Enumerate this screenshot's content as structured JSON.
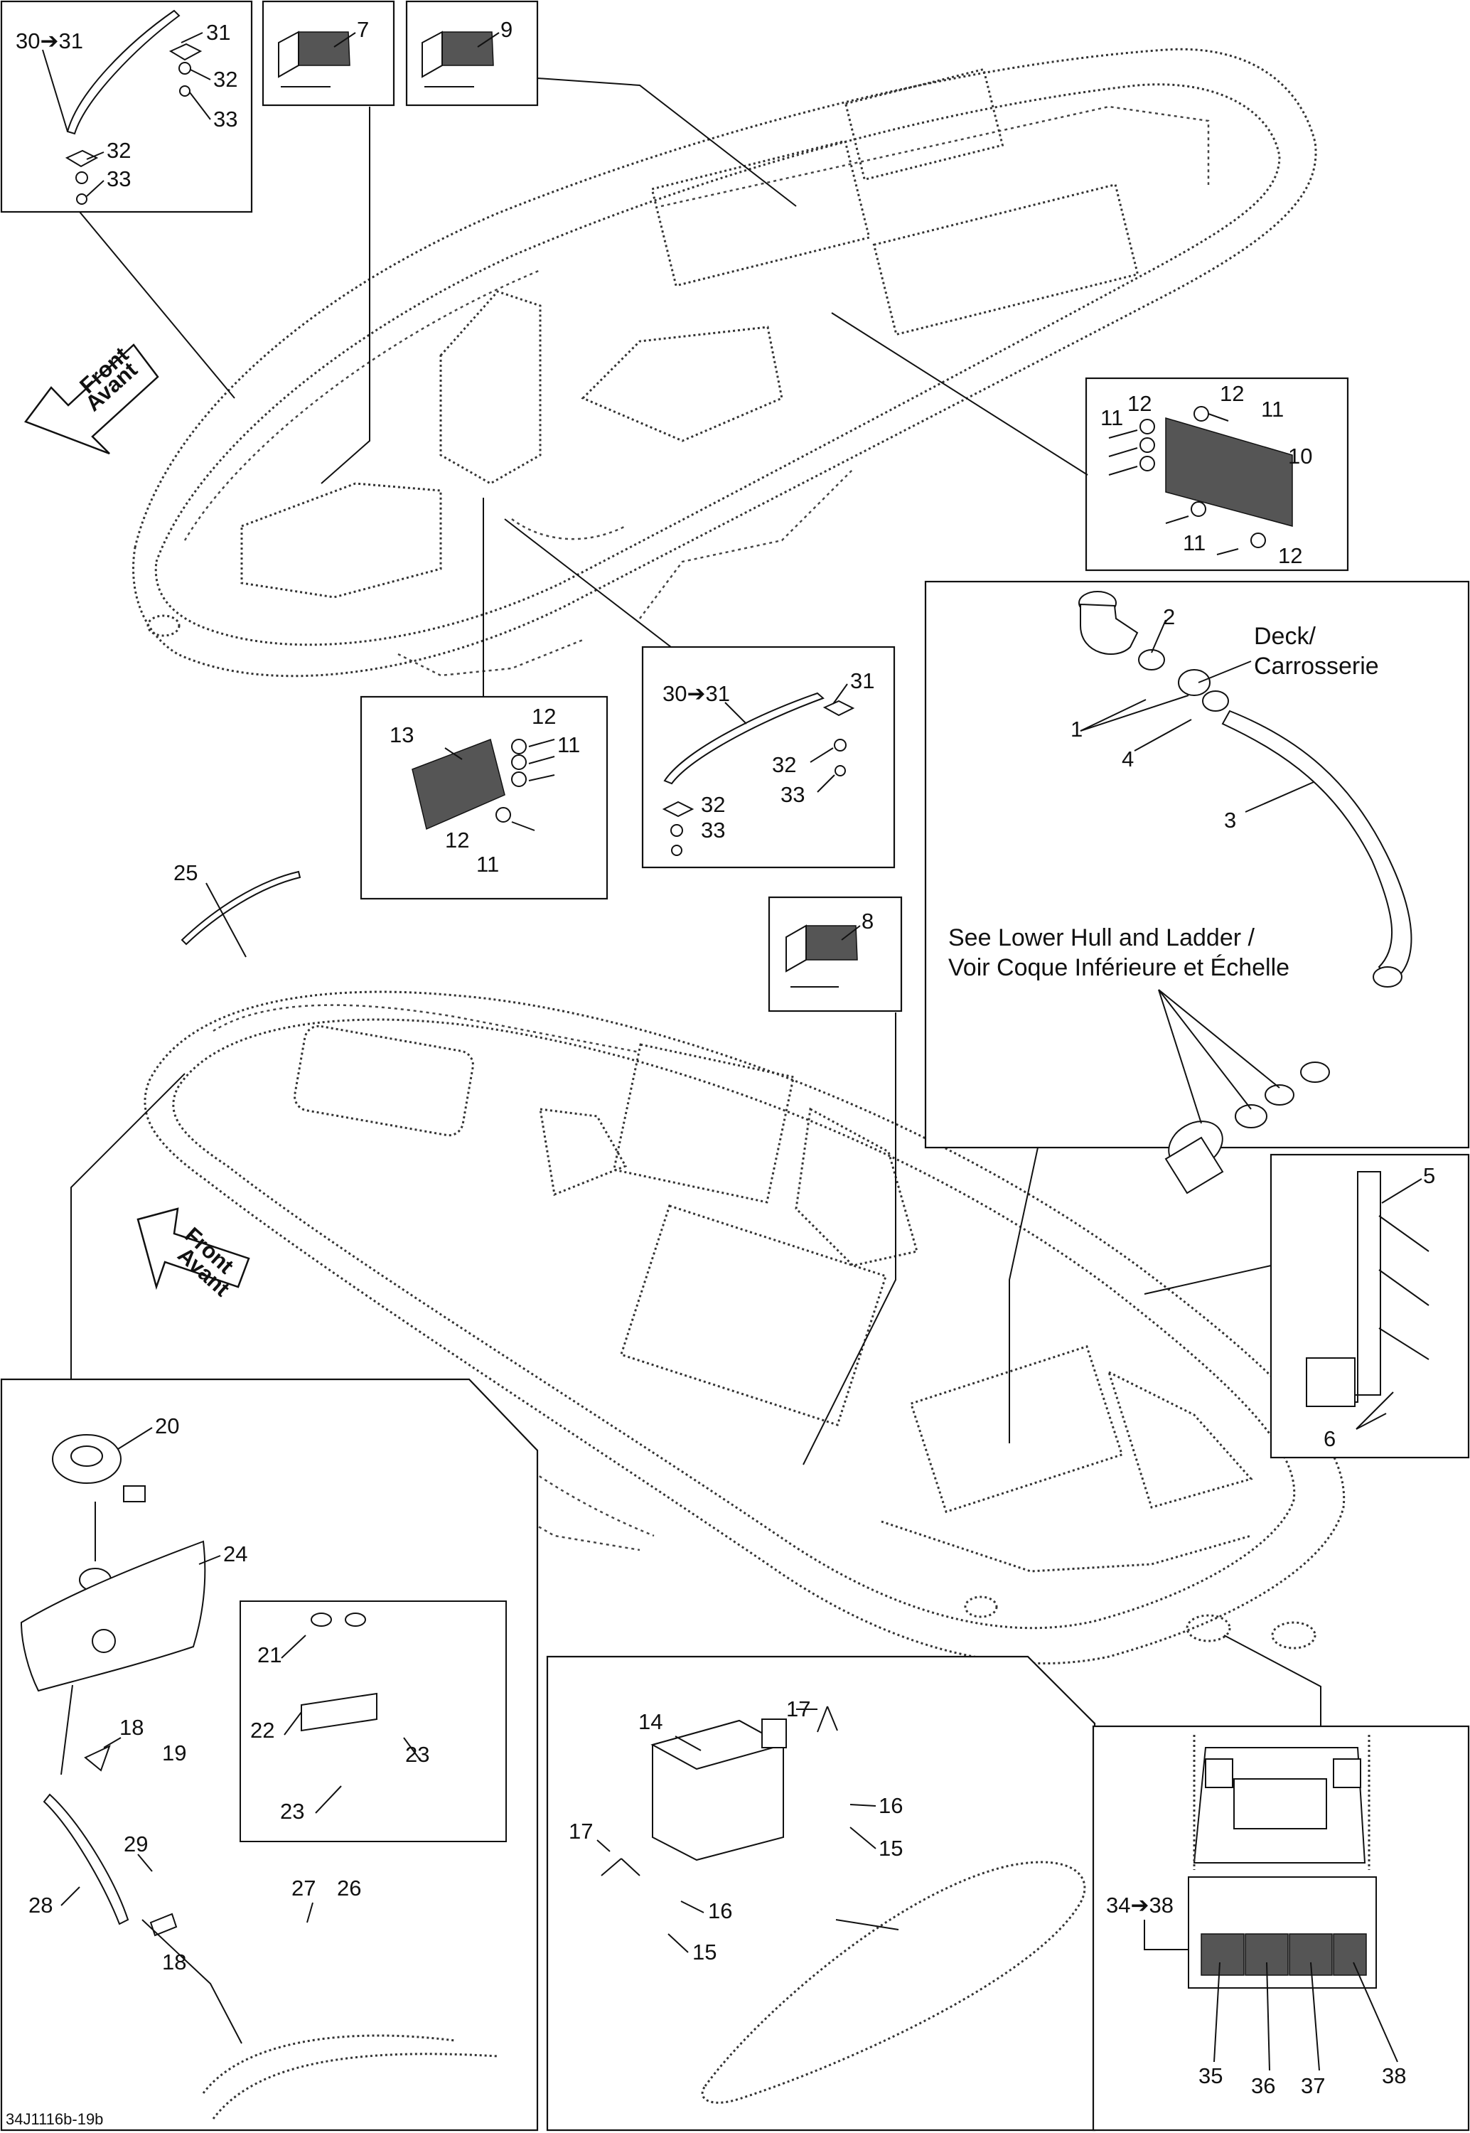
{
  "diagram": {
    "reference_code": "34J1116b-19b",
    "front_arrow": {
      "line1": "Front",
      "line2": "Avant"
    },
    "deck_note": {
      "line1": "Deck/",
      "line2": "Carrosserie"
    },
    "see_note": {
      "line1": "See Lower Hull and Ladder /",
      "line2": "Voir Coque Inférieure et Échelle"
    },
    "range_30_31": "30➔31",
    "range_34_38": "34➔38",
    "labels": {
      "p1": "1",
      "p2": "2",
      "p3": "3",
      "p4": "4",
      "p5": "5",
      "p6": "6",
      "p7": "7",
      "p8": "8",
      "p9": "9",
      "p10": "10",
      "p11": "11",
      "p12": "12",
      "p13": "13",
      "p14": "14",
      "p15": "15",
      "p16": "16",
      "p17": "17",
      "p18": "18",
      "p19": "19",
      "p20": "20",
      "p21": "21",
      "p22": "22",
      "p23": "23",
      "p24": "24",
      "p25": "25",
      "p26": "26",
      "p27": "27",
      "p28": "28",
      "p29": "29",
      "p31": "31",
      "p32": "32",
      "p33": "33",
      "p35": "35",
      "p36": "36",
      "p37": "37",
      "p38": "38"
    },
    "colors": {
      "line": "#111111",
      "background": "#ffffff",
      "mesh": "#555555"
    }
  }
}
